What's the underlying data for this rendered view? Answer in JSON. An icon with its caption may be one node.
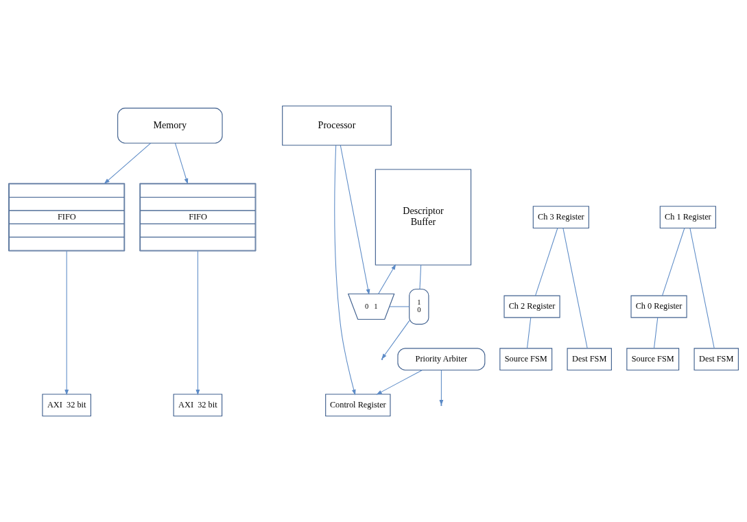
{
  "diagram": {
    "nodes": [
      {
        "text": [
          "Memory"
        ]
      },
      {
        "text": [
          "Processor"
        ]
      },
      {
        "text": [
          "Ch 3 Register"
        ]
      },
      {
        "text": [
          "Ch 1 Register"
        ]
      },
      {
        "text": [
          "Ch 0 Register"
        ]
      },
      {
        "text": [
          "Ch 2 Register"
        ]
      },
      {
        "text": [
          "1",
          "0"
        ]
      },
      {
        "text": [
          "0",
          "1"
        ]
      },
      {
        "text": [
          "FIFO"
        ]
      },
      {
        "text": [
          "FIFO"
        ]
      },
      {
        "text": [
          "Descriptor Buffer"
        ]
      },
      {
        "text": [
          "Source FSM"
        ]
      },
      {
        "text": [
          "Dest FSM"
        ]
      },
      {
        "text": [
          "Source FSM"
        ]
      },
      {
        "text": [
          "Dest FSM"
        ]
      },
      {
        "text": [
          "Priority Arbiter"
        ]
      },
      {
        "text": [
          "AXI  32 bit"
        ]
      },
      {
        "text": [
          "AXI  32 bit"
        ]
      },
      {
        "text": [
          "Control Register"
        ]
      }
    ],
    "edges": [
      {
        "from": 0,
        "to": 8,
        "arrow": "to"
      },
      {
        "from": 0,
        "to": 9,
        "arrow": "to"
      },
      {
        "from": 1,
        "to": 7,
        "arrow": "to"
      },
      {
        "from": 1,
        "to": 18,
        "arrow": "to"
      },
      {
        "from": 7,
        "to": 10,
        "arrow": "to"
      },
      {
        "from": 7,
        "to": 6,
        "arrow": "none"
      },
      {
        "from": 10,
        "to": 6,
        "arrow": "none"
      },
      {
        "from": 6,
        "to": null,
        "arrow": "to"
      },
      {
        "from": 3,
        "to": 4,
        "arrow": "none"
      },
      {
        "from": 2,
        "to": 5,
        "arrow": "none"
      },
      {
        "from": 3,
        "to": 12,
        "arrow": "none"
      },
      {
        "from": 2,
        "to": 14,
        "arrow": "none"
      },
      {
        "from": 4,
        "to": 11,
        "arrow": "none"
      },
      {
        "from": 5,
        "to": 13,
        "arrow": "none"
      },
      {
        "from": 8,
        "to": 16,
        "arrow": "to"
      },
      {
        "from": 9,
        "to": 17,
        "arrow": "to"
      },
      {
        "from": 15,
        "to": 18,
        "arrow": "to"
      },
      {
        "from": 15,
        "to": null,
        "arrow": "to"
      }
    ]
  }
}
